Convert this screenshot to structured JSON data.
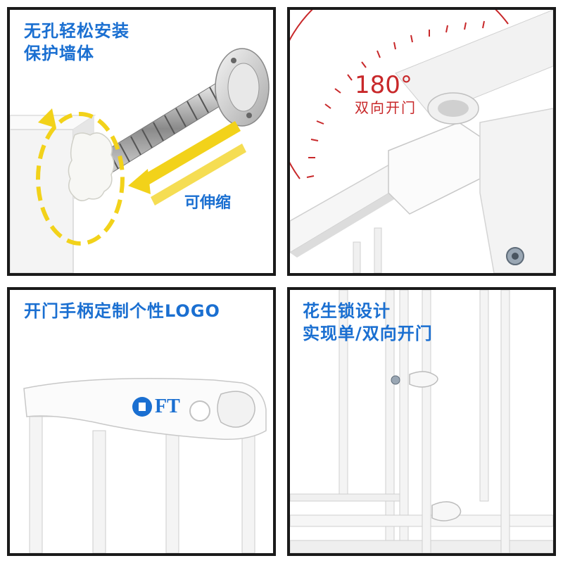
{
  "panels": [
    {
      "id": "install",
      "caption": [
        "无孔轻松安装",
        "保护墙体"
      ],
      "stretch_label": "可伸缩",
      "icons": [
        "screw-rod-icon",
        "rotate-knob-arrow-icon",
        "retract-arrow-icon"
      ]
    },
    {
      "id": "open",
      "angle": "180°",
      "caption": "双向开门",
      "icons": [
        "angle-arc-icon"
      ]
    },
    {
      "id": "handle",
      "caption": "开门手柄定制个性LOGO",
      "logo_text": "FT",
      "icons": [
        "brand-logo-icon"
      ]
    },
    {
      "id": "lock",
      "caption": [
        "花生锁设计",
        "实现单/双向开门"
      ],
      "icons": [
        "peanut-lock-icon"
      ]
    }
  ],
  "colors": {
    "caption_blue": "#1a6fd1",
    "accent_red": "#c8282a",
    "arrow_yellow": "#f2d21a",
    "border": "#1a1a1a"
  }
}
